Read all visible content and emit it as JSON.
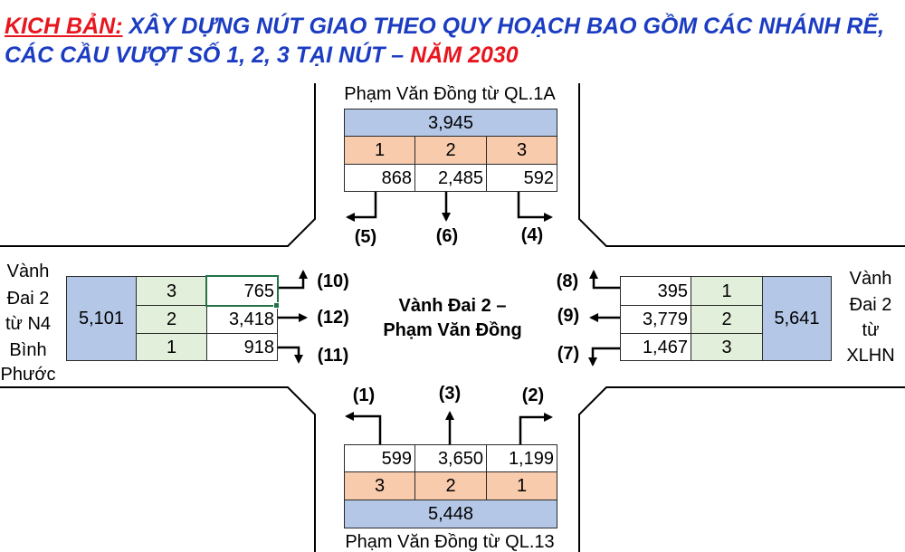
{
  "title": {
    "scenario_label": "KICH BẢN:",
    "line1_text": "XÂY DỰNG NÚT GIAO THEO QUY HOẠCH BAO GỒM CÁC NHÁNH RẼ,",
    "line2_text": "CÁC CẦU VƯỢT SỐ 1, 2, 3 TẠI NÚT –",
    "year": "NĂM 2030"
  },
  "colors": {
    "title_red": "#e8161e",
    "title_blue": "#1c3dc2",
    "total_fill": "#b4c7e7",
    "ns_lane_fill": "#f8cbad",
    "ew_lane_fill": "#e2efda",
    "selection": "#217346"
  },
  "center_label": [
    "Vành Đai 2 –",
    "Phạm Văn Đồng"
  ],
  "approaches": {
    "north": {
      "label": "Phạm Văn Đồng từ QL.1A",
      "total": "3,945",
      "lanes": [
        "1",
        "2",
        "3"
      ],
      "volumes": [
        "868",
        "2,485",
        "592"
      ]
    },
    "south": {
      "label": "Phạm Văn Đồng từ QL.13",
      "total": "5,448",
      "lanes": [
        "3",
        "2",
        "1"
      ],
      "volumes": [
        "599",
        "3,650",
        "1,199"
      ]
    },
    "west": {
      "label_lines": [
        "Vành",
        "Đai 2",
        "từ N4",
        "Bình",
        "Phước"
      ],
      "total": "5,101",
      "lanes": [
        "3",
        "2",
        "1"
      ],
      "volumes": [
        "765",
        "3,418",
        "918"
      ]
    },
    "east": {
      "label_lines": [
        "Vành",
        "Đai 2",
        "từ",
        "XLHN"
      ],
      "total": "5,641",
      "lanes": [
        "1",
        "2",
        "3"
      ],
      "volumes": [
        "395",
        "3,779",
        "1,467"
      ]
    }
  },
  "movements": {
    "north": [
      "(5)",
      "(6)",
      "(4)"
    ],
    "west": [
      "(10)",
      "(12)",
      "(11)"
    ],
    "east": [
      "(8)",
      "(9)",
      "(7)"
    ],
    "south": [
      "(1)",
      "(3)",
      "(2)"
    ]
  }
}
